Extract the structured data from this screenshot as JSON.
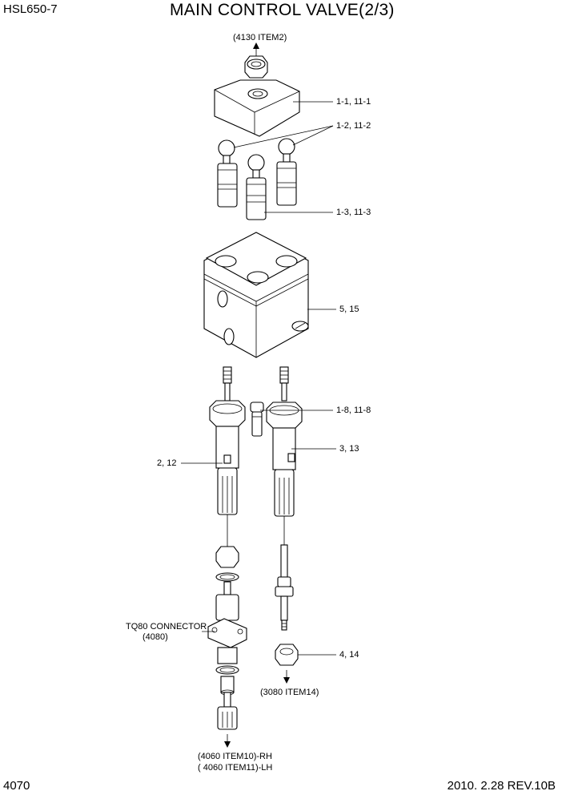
{
  "header": {
    "model": "HSL650-7",
    "title": "MAIN CONTROL VALVE(2/3)"
  },
  "footer": {
    "page": "4070",
    "revision": "2010. 2.28  REV.10B"
  },
  "callouts": {
    "ref_top": "(4130 ITEM2)",
    "cover": "1-1, 11-1",
    "ball": "1-2, 11-2",
    "spool": "1-3, 11-3",
    "body": "5, 15",
    "bolt": "1-8, 11-8",
    "handle_right": "3, 13",
    "handle_left": "2, 12",
    "connector_name": "TQ80 CONNECTOR",
    "connector_ref": "(4080)",
    "nut": "4, 14",
    "ref_nut": "(3080 ITEM14)",
    "ref_rh": "(4060 ITEM10)-RH",
    "ref_lh": "( 4060 ITEM11)-LH"
  }
}
